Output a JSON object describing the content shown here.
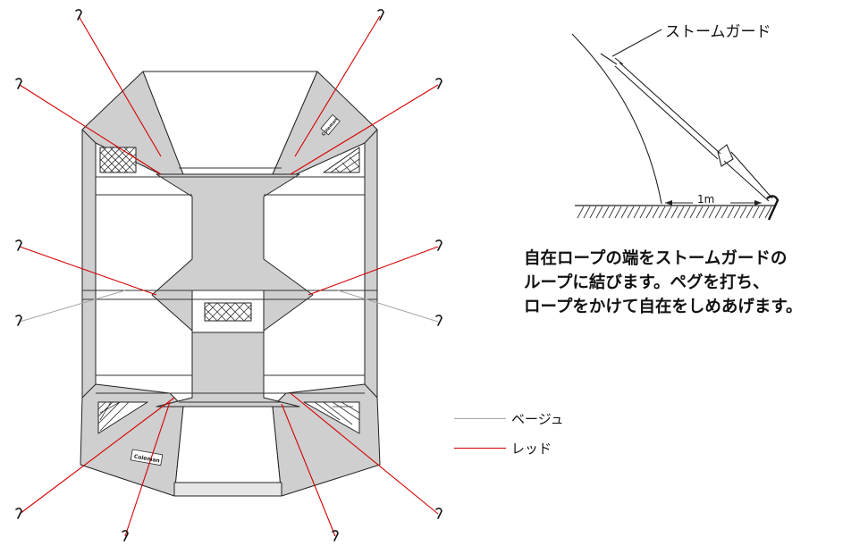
{
  "callout": {
    "storm_guard": "ストームガード",
    "distance": "1m"
  },
  "instruction": [
    "自在ロープの端をストームガードの",
    "ループに結びます。ペグを打ち、",
    "ロープをかけて自在をしめあげます。"
  ],
  "legend": [
    {
      "label": "ベージュ",
      "color": "#a8a8a8"
    },
    {
      "label": "レッド",
      "color": "#d40000"
    }
  ],
  "brand": "Coleman",
  "colors": {
    "fabric": "#cfcfcf",
    "outline": "#222222",
    "red": "#d40000",
    "beige": "#a8a8a8"
  }
}
